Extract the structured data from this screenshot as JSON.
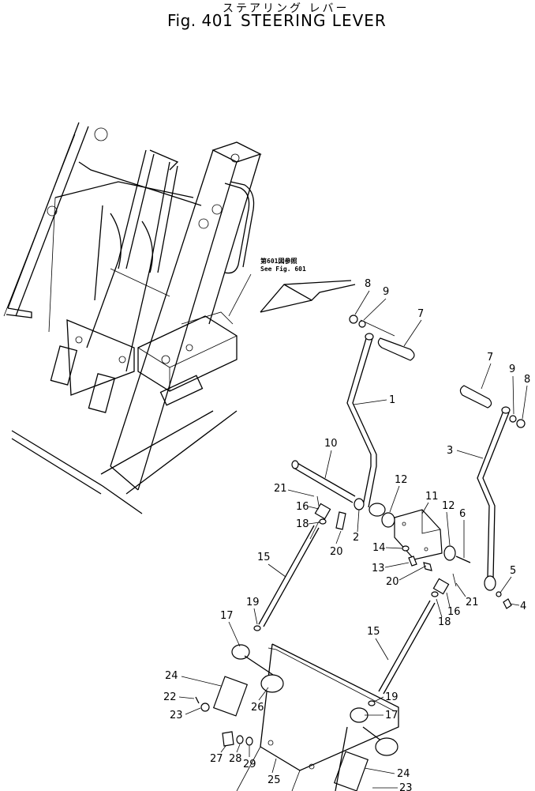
{
  "title": {
    "japanese": "ステアリング レバー",
    "figure": "Fig. 401",
    "english": "STEERING LEVER"
  },
  "reference_note": {
    "japanese": "第601図参照",
    "english": "See Fig. 601"
  },
  "callouts": [
    "1",
    "2",
    "3",
    "4",
    "5",
    "6",
    "7",
    "7",
    "8",
    "8",
    "9",
    "9",
    "10",
    "11",
    "12",
    "12",
    "13",
    "14",
    "15",
    "15",
    "16",
    "16",
    "17",
    "17",
    "18",
    "18",
    "19",
    "19",
    "20",
    "20",
    "21",
    "21",
    "22",
    "23",
    "23",
    "24",
    "24",
    "25",
    "26",
    "27",
    "28",
    "29"
  ]
}
